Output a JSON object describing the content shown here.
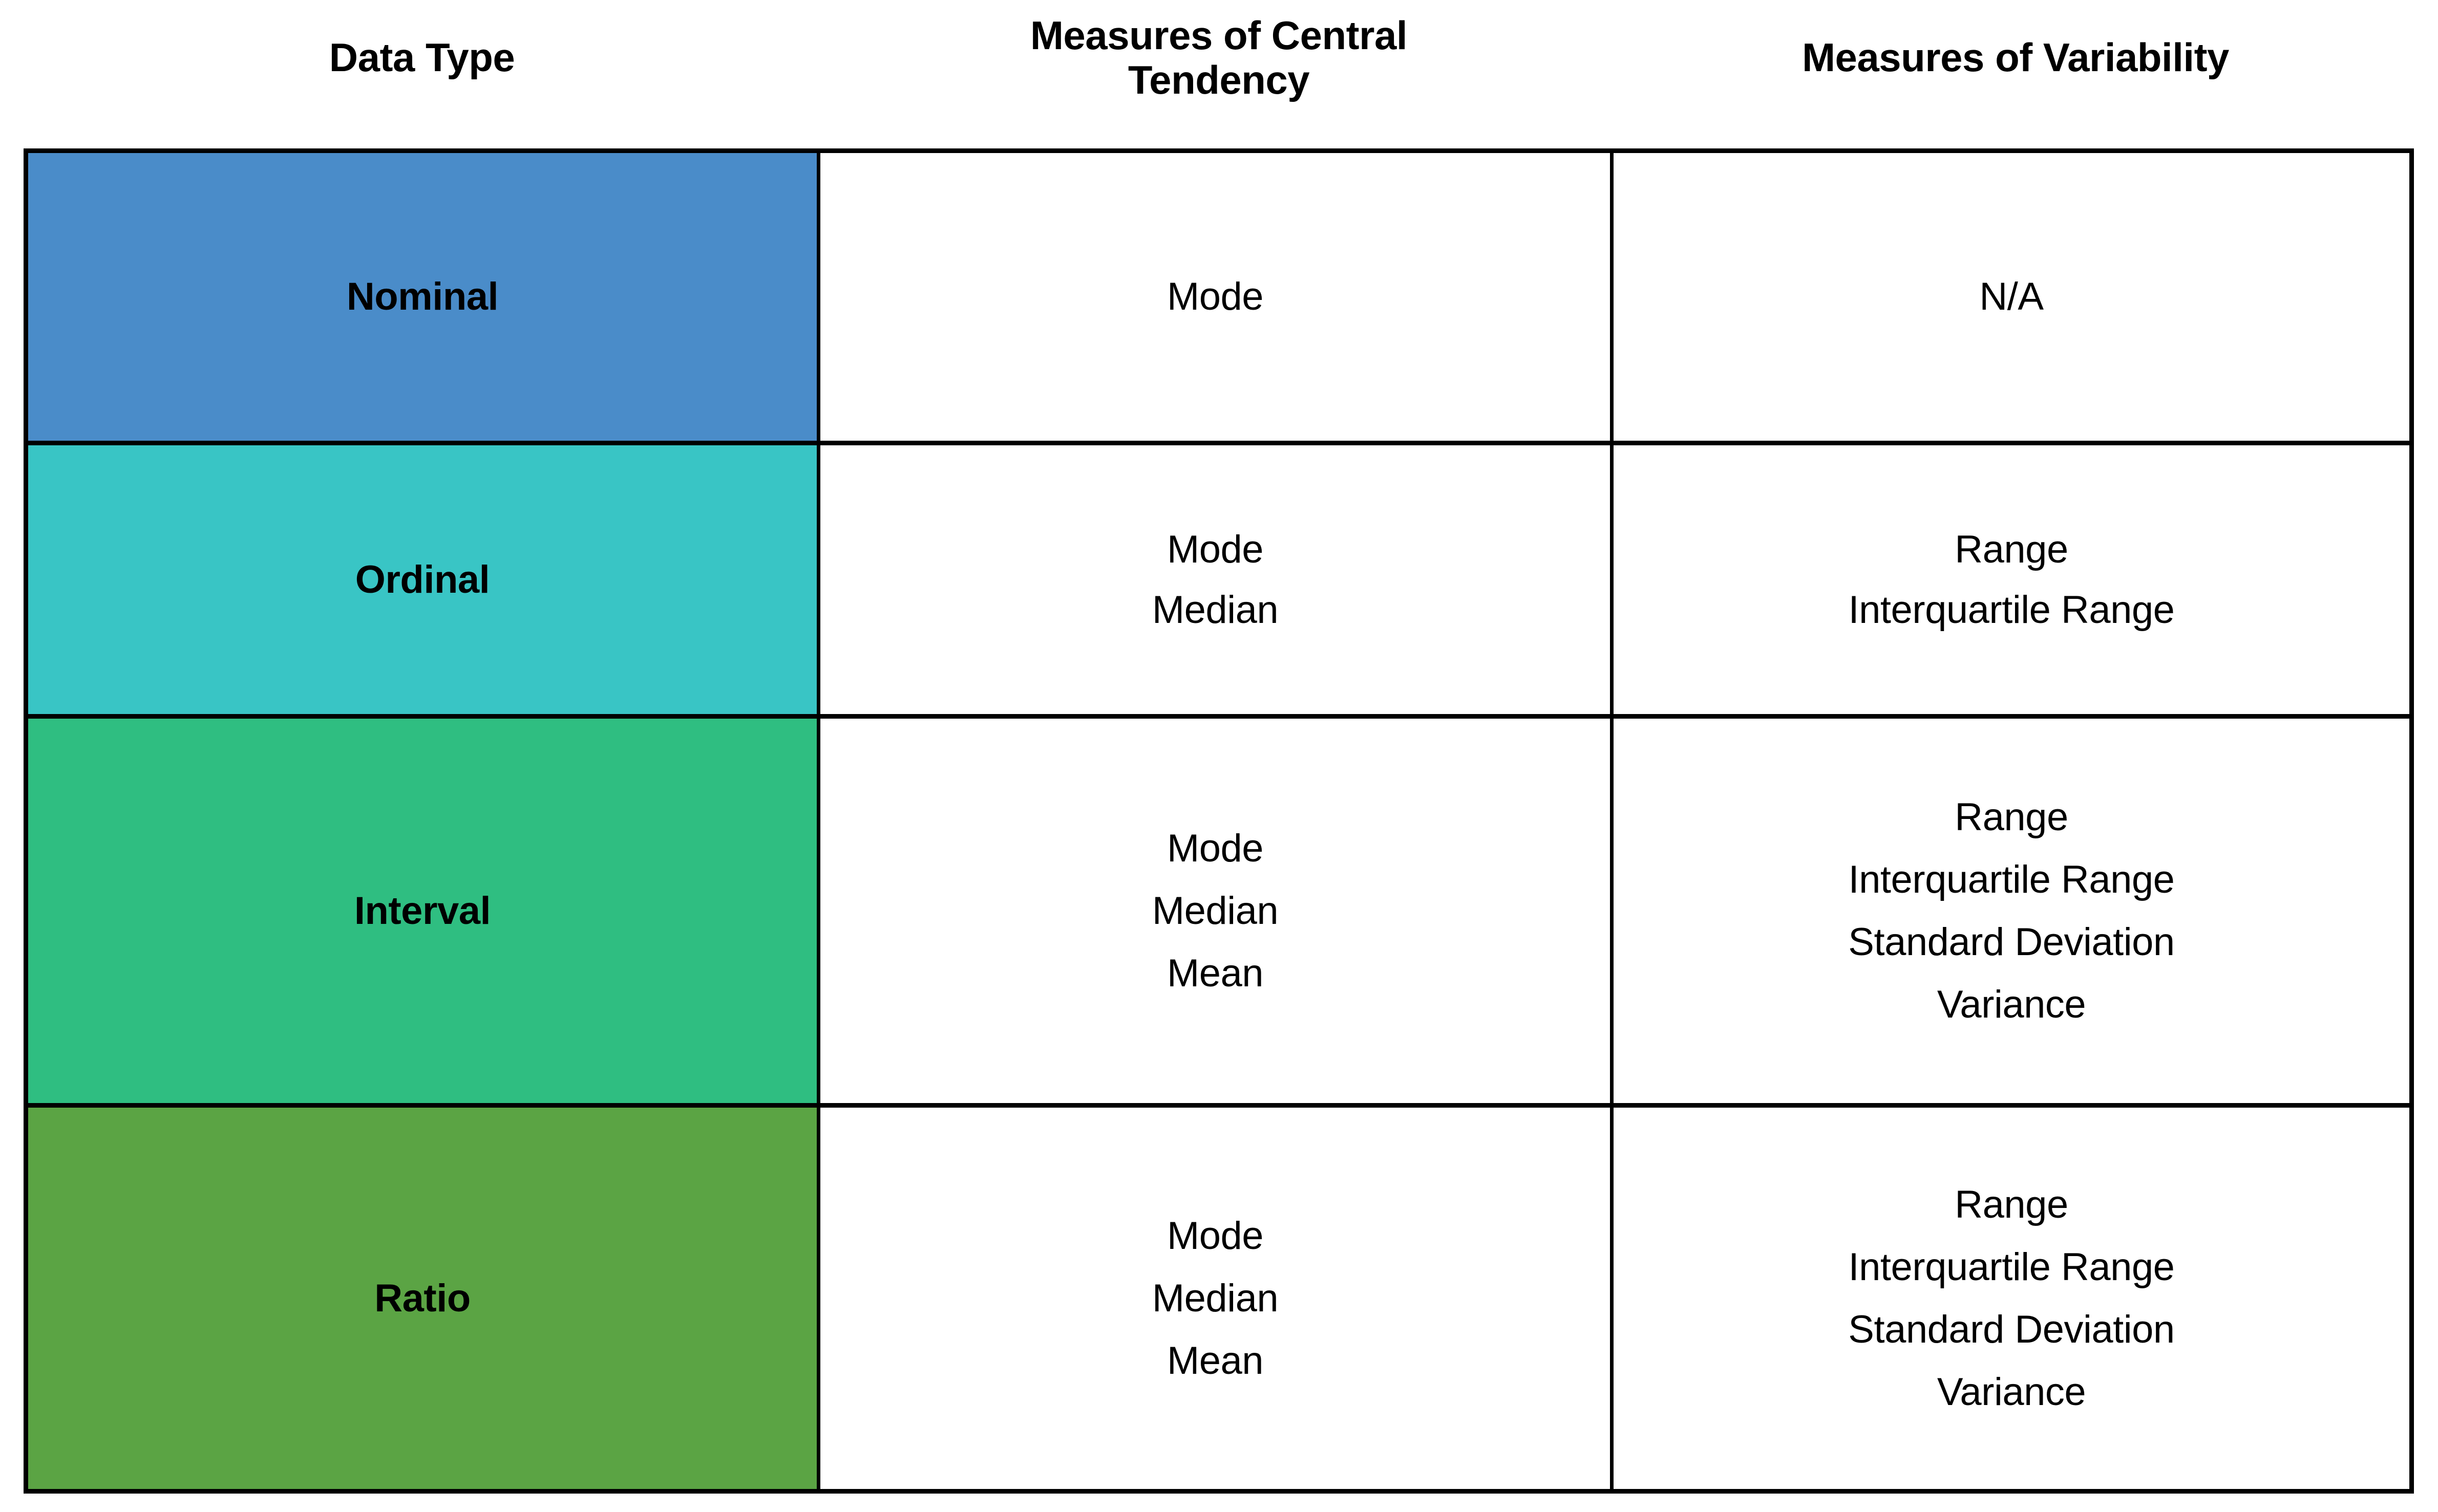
{
  "table": {
    "headers": [
      {
        "label": "Data Type"
      },
      {
        "label": "Measures of Central\nTendency"
      },
      {
        "label": "Measures of Variability"
      }
    ],
    "colors": {
      "nominal": "#4A8CC9",
      "ordinal": "#39C5C5",
      "interval": "#2FBE81",
      "ratio": "#5BA444",
      "border": "#000000",
      "cell_background": "#FFFFFF",
      "text": "#000000"
    },
    "rows": [
      {
        "data_type": "Nominal",
        "swatch": "#4A8CC9",
        "central_tendency": [
          "Mode"
        ],
        "variability": [
          "N/A"
        ]
      },
      {
        "data_type": "Ordinal",
        "swatch": "#39C5C5",
        "central_tendency": [
          "Mode",
          "Median"
        ],
        "variability": [
          "Range",
          "Interquartile Range"
        ]
      },
      {
        "data_type": "Interval",
        "swatch": "#2FBE81",
        "central_tendency": [
          "Mode",
          "Median",
          "Mean"
        ],
        "variability": [
          "Range",
          "Interquartile Range",
          "Standard Deviation",
          "Variance"
        ]
      },
      {
        "data_type": "Ratio",
        "swatch": "#5BA444",
        "central_tendency": [
          "Mode",
          "Median",
          "Mean"
        ],
        "variability": [
          "Range",
          "Interquartile Range",
          "Standard Deviation",
          "Variance"
        ]
      }
    ]
  }
}
